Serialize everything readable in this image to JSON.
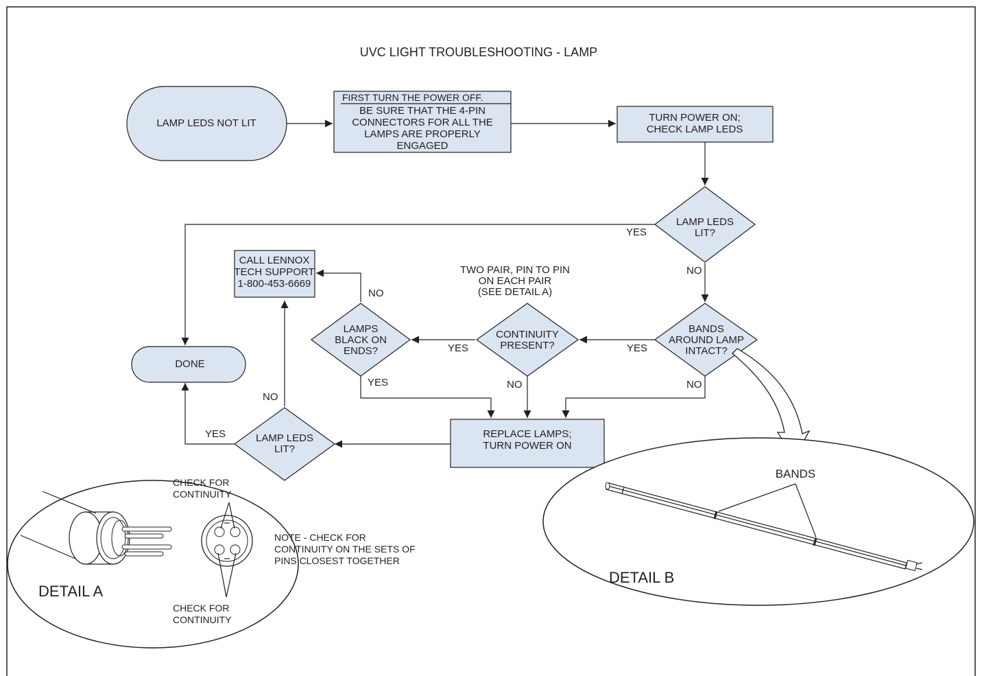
{
  "title": "UVC LIGHT TROUBLESHOOTING - LAMP",
  "nodes": {
    "lamp_leds_not_lit": "LAMP LEDS NOT LIT",
    "first_turn_off": {
      "heading": "FIRST TURN THE POWER OFF.",
      "lines": [
        "BE SURE THAT THE 4-PIN",
        "CONNECTORS FOR ALL THE",
        "LAMPS ARE PROPERLY",
        "ENGAGED"
      ]
    },
    "turn_power_on": [
      "TURN POWER ON;",
      "CHECK LAMP LEDS"
    ],
    "lamp_leds_lit_1": [
      "LAMP LEDS",
      "LIT?"
    ],
    "bands_intact": [
      "BANDS",
      "AROUND LAMP",
      "INTACT?"
    ],
    "continuity_present": [
      "CONTINUITY",
      "PRESENT?"
    ],
    "lamps_black": [
      "LAMPS",
      "BLACK ON",
      "ENDS?"
    ],
    "call_lennox": [
      "CALL LENNOX",
      "TECH SUPPORT",
      "1-800-453-6669"
    ],
    "done": "DONE",
    "replace_lamps": [
      "REPLACE LAMPS;",
      "TURN POWER ON"
    ],
    "lamp_leds_lit_2": [
      "LAMP LEDS",
      "LIT?"
    ]
  },
  "labels": {
    "yes": "YES",
    "no": "NO",
    "pair_note": [
      "TWO PAIR, PIN TO PIN",
      "ON EACH PAIR",
      "(SEE DETAIL A)"
    ]
  },
  "detail_a": {
    "title": "DETAIL A",
    "check_top": [
      "CHECK FOR",
      "CONTINUITY"
    ],
    "check_bottom": [
      "CHECK FOR",
      "CONTINUITY"
    ],
    "note": [
      "NOTE - CHECK FOR",
      "CONTINUITY ON THE SETS OF",
      "PINS CLOSEST TOGETHER"
    ]
  },
  "detail_b": {
    "title": "DETAIL B",
    "bands": "BANDS"
  },
  "colors": {
    "box_fill": "#dbe5f1",
    "stroke": "#231f20"
  }
}
